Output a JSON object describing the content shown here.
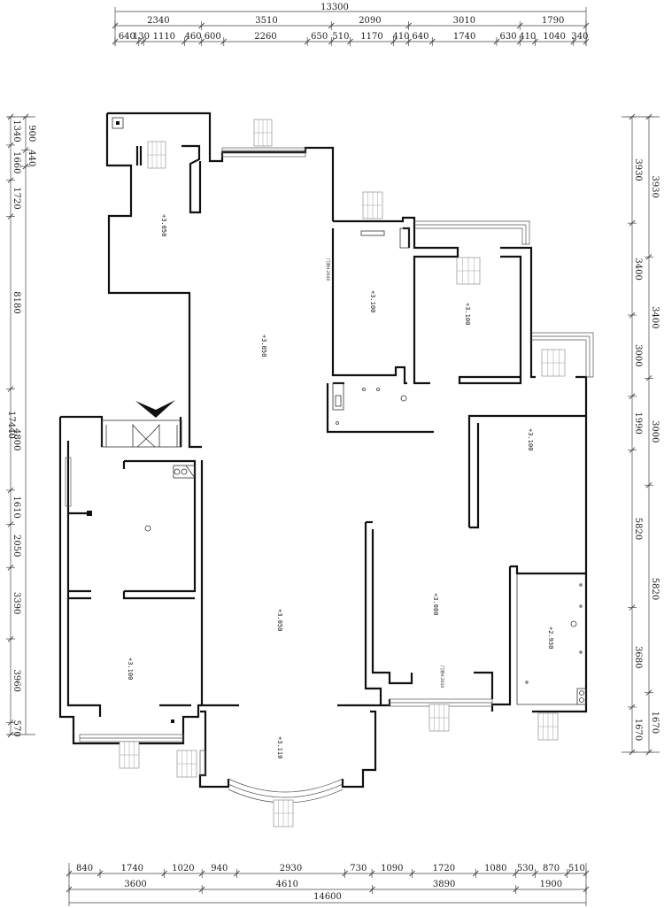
{
  "dimensions": {
    "top_total": "13300",
    "top_mid": [
      "2340",
      "3510",
      "2090",
      "3010",
      "1790"
    ],
    "top_detail": [
      "640",
      "130",
      "1110",
      "460",
      "600",
      "2260",
      "650",
      "510",
      "1170",
      "410",
      "640",
      "1740",
      "630",
      "410",
      "1040",
      "340"
    ],
    "bottom_detail": [
      "840",
      "1740",
      "1020",
      "940",
      "2930",
      "730",
      "1090",
      "1720",
      "1080",
      "530",
      "870",
      "510"
    ],
    "bottom_mid": [
      "3600",
      "4610",
      "3890",
      "1900"
    ],
    "bottom_total": "14600",
    "left_total": "17440",
    "left_mid": [
      "1340",
      "1660",
      "1720",
      "8180",
      "4800",
      "1610",
      "2050",
      "3390",
      "3960",
      "570"
    ],
    "left_detail": [
      "900",
      "440"
    ],
    "right_mid": [
      "3930",
      "3400",
      "3000",
      "1990",
      "5820",
      "3680",
      "1670"
    ],
    "right_outer": [
      "3930",
      "3400",
      "3000",
      "5820",
      "1670"
    ]
  },
  "levels": [
    "+3.050",
    "+3.050",
    "+3.100",
    "+3.100",
    "+3.100",
    "+3.080",
    "+2.930",
    "+3.050",
    "+3.100",
    "+3.110"
  ],
  "notes": [
    "门洞H:2640",
    "门洞H:2610"
  ],
  "colors": {
    "wall": "#111111",
    "dim": "#444444",
    "background": "#ffffff"
  }
}
